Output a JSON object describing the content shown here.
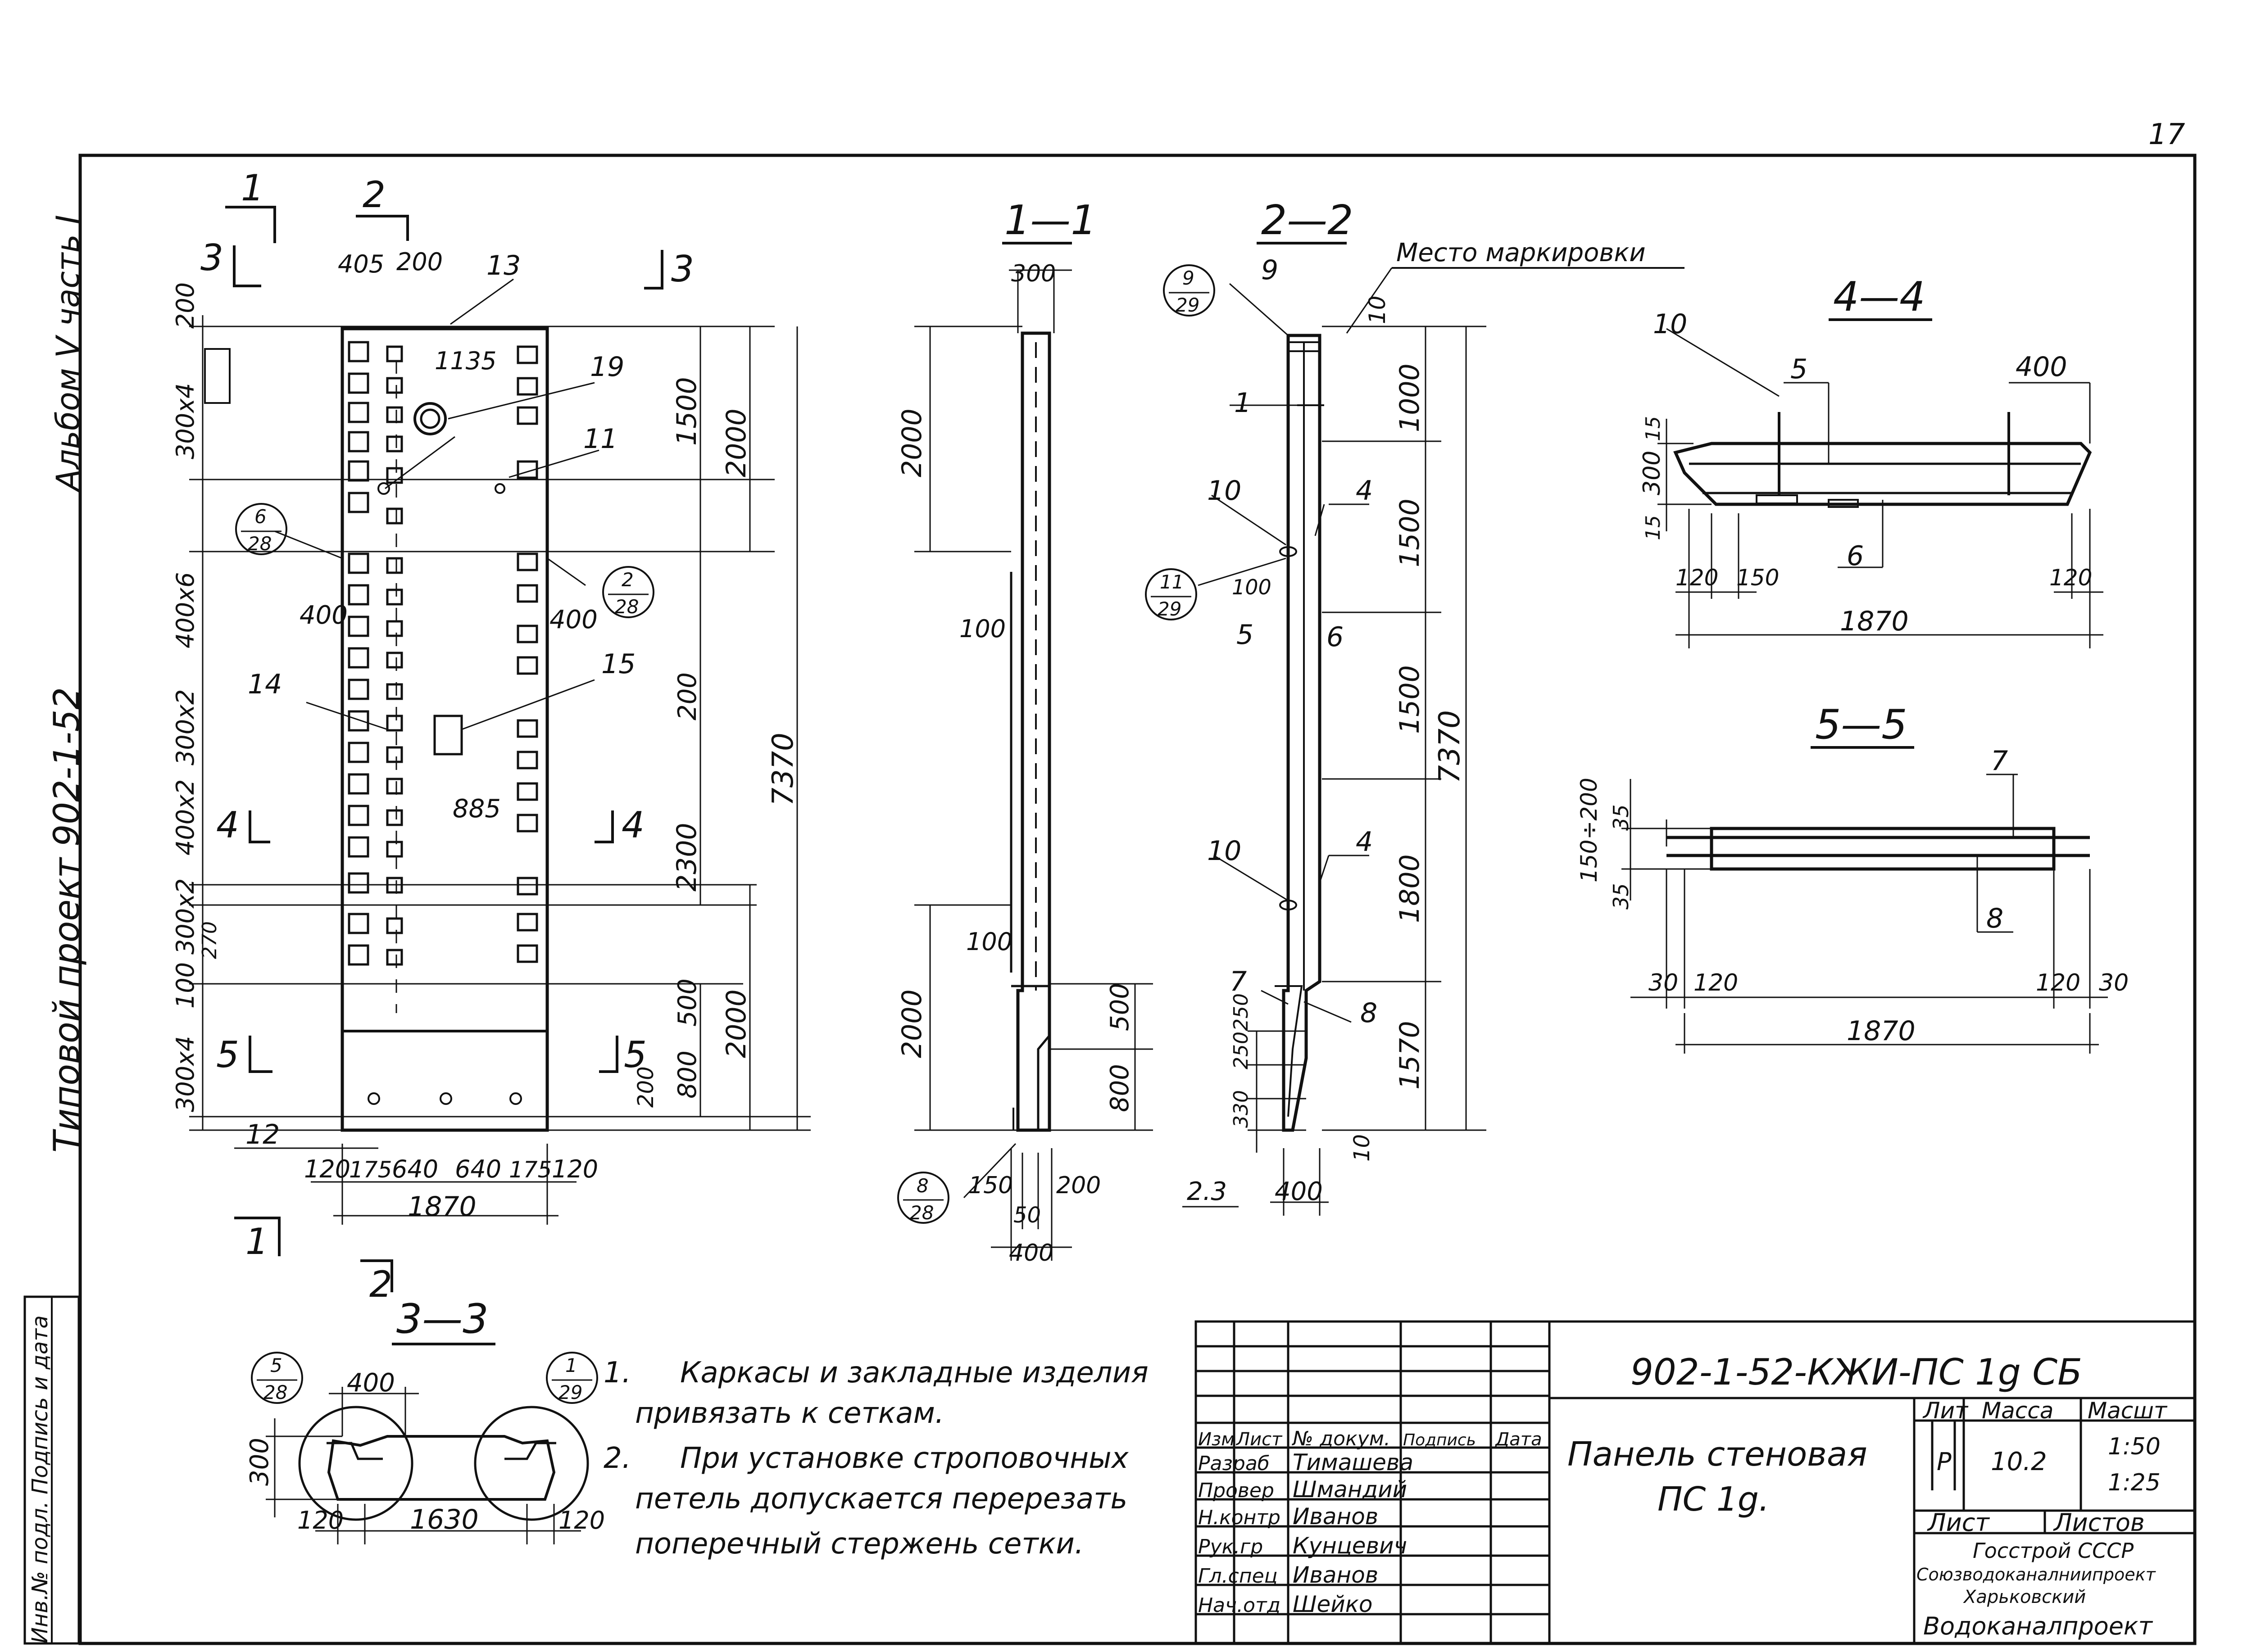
{
  "sheet_number": "17",
  "margin_text": {
    "album": "Альбом V часть I",
    "project": "Типовой проект 902-1-52",
    "inventory": "Инв.№ подл. Подпись и дата"
  },
  "section_marks": {
    "s1": "1",
    "s2": "2",
    "s3": "3",
    "s4": "4",
    "s5": "5"
  },
  "views": {
    "v11": "1—1",
    "v22": "2—2",
    "v33": "3—3",
    "v44": "4—4",
    "v55": "5—5"
  },
  "labels": {
    "marking_place": "Место маркировки",
    "callout_6_28": [
      "6",
      "28"
    ],
    "callout_2_28": [
      "2",
      "28"
    ],
    "callout_9_29": [
      "9",
      "29"
    ],
    "callout_11_29": [
      "11",
      "29"
    ],
    "callout_8_28": [
      "8",
      "28"
    ],
    "callout_5_28": [
      "5",
      "28"
    ],
    "callout_1_29": [
      "1",
      "29"
    ]
  },
  "positions": {
    "p13": "13",
    "p19": "19",
    "p11": "11",
    "p15": "15",
    "p14": "14",
    "p12": "12",
    "p9": "9",
    "p1": "1",
    "p10a": "10",
    "p4a": "4",
    "p5": "5",
    "p6": "6",
    "p10b": "10",
    "p4b": "4",
    "p7": "7",
    "p8": "8",
    "p44_10": "10",
    "p44_5": "5",
    "p44_6": "6",
    "p55_7": "7",
    "p55_8": "8"
  },
  "dims_front": {
    "d405": "405",
    "d200t": "200",
    "d200l": "200",
    "d1135": "1135",
    "d300x4a": "300х4",
    "d400x6": "400х6",
    "d400l": "400",
    "d400r": "400",
    "d300x2a": "300х2",
    "d400x2": "400х2",
    "d300x2b": "300х2",
    "d270": "270",
    "d100": "100",
    "d300x4b": "300х4",
    "d1500": "1500",
    "d2000a": "2000",
    "d200r": "200",
    "d2300": "2300",
    "d500": "500",
    "d800": "800",
    "d2000b": "2000",
    "d7370": "7370",
    "d885": "885",
    "d200b": "200",
    "b120a": "120",
    "b175a": "175",
    "b640a": "640",
    "b640b": "640",
    "b175b": "175",
    "b120b": "120",
    "b1870": "1870"
  },
  "dims_11": {
    "d300": "300",
    "d2000a": "2000",
    "d100a": "100",
    "d100b": "100",
    "d2000b": "2000",
    "d500": "500",
    "d800": "800",
    "d150": "150",
    "d200": "200",
    "d50": "50",
    "d400": "400"
  },
  "dims_22": {
    "d10a": "10",
    "d1000": "1000",
    "d1500a": "1500",
    "d1500b": "1500",
    "d1800": "1800",
    "d1570": "1570",
    "d7370": "7370",
    "d10b": "10",
    "d100": "100",
    "d250a": "250",
    "d250b": "250",
    "d330": "330",
    "d23": "2.3",
    "d400": "400"
  },
  "dims_44": {
    "d400": "400",
    "d15a": "15",
    "d300": "300",
    "d15b": "15",
    "d120a": "120",
    "d150": "150",
    "d120b": "120",
    "d1870": "1870"
  },
  "dims_55": {
    "d150_200": "150÷200",
    "d35a": "35",
    "d35b": "35",
    "d30a": "30",
    "d120a": "120",
    "d120b": "120",
    "d30b": "30",
    "d1870": "1870"
  },
  "dims_33": {
    "d400": "400",
    "d300": "300",
    "d120a": "120",
    "d1630": "1630",
    "d120b": "120"
  },
  "notes": {
    "n1_num": "1.",
    "n1_line1": "Каркасы и закладные изделия",
    "n1_line2": "привязать к сеткам.",
    "n2_num": "2.",
    "n2_line1": "При установке строповочных",
    "n2_line2": "петель допускается перерезать",
    "n2_line3": "поперечный стержень сетки."
  },
  "title_block": {
    "code": "902-1-52-КЖИ-ПС 1g СБ",
    "title_line1": "Панель стеновая",
    "title_line2": "ПС 1g.",
    "col_izm": "Изм",
    "col_list": "Лист",
    "col_doc": "№ докум.",
    "col_sign": "Подпись",
    "col_date": "Дата",
    "roles": [
      "Разраб",
      "Провер",
      "Н.контр",
      "Рук.гр",
      "Гл.спец",
      "Нач.отд"
    ],
    "names": [
      "Тимашева",
      "Шмандий",
      "Иванов",
      "Кунцевич",
      "Иванов",
      "Шейко"
    ],
    "lit_h": "Лит",
    "mass_h": "Масса",
    "scale_h": "Масшт",
    "lit": "Р",
    "mass": "10.2",
    "scale1": "1:50",
    "scale2": "1:25",
    "sheet_h": "Лист",
    "sheets_h": "Листов",
    "org1": "Госстрой СССР",
    "org2": "Союзводоканалниипроект",
    "org3": "Харьковский",
    "org4": "Водоканалпроект"
  }
}
